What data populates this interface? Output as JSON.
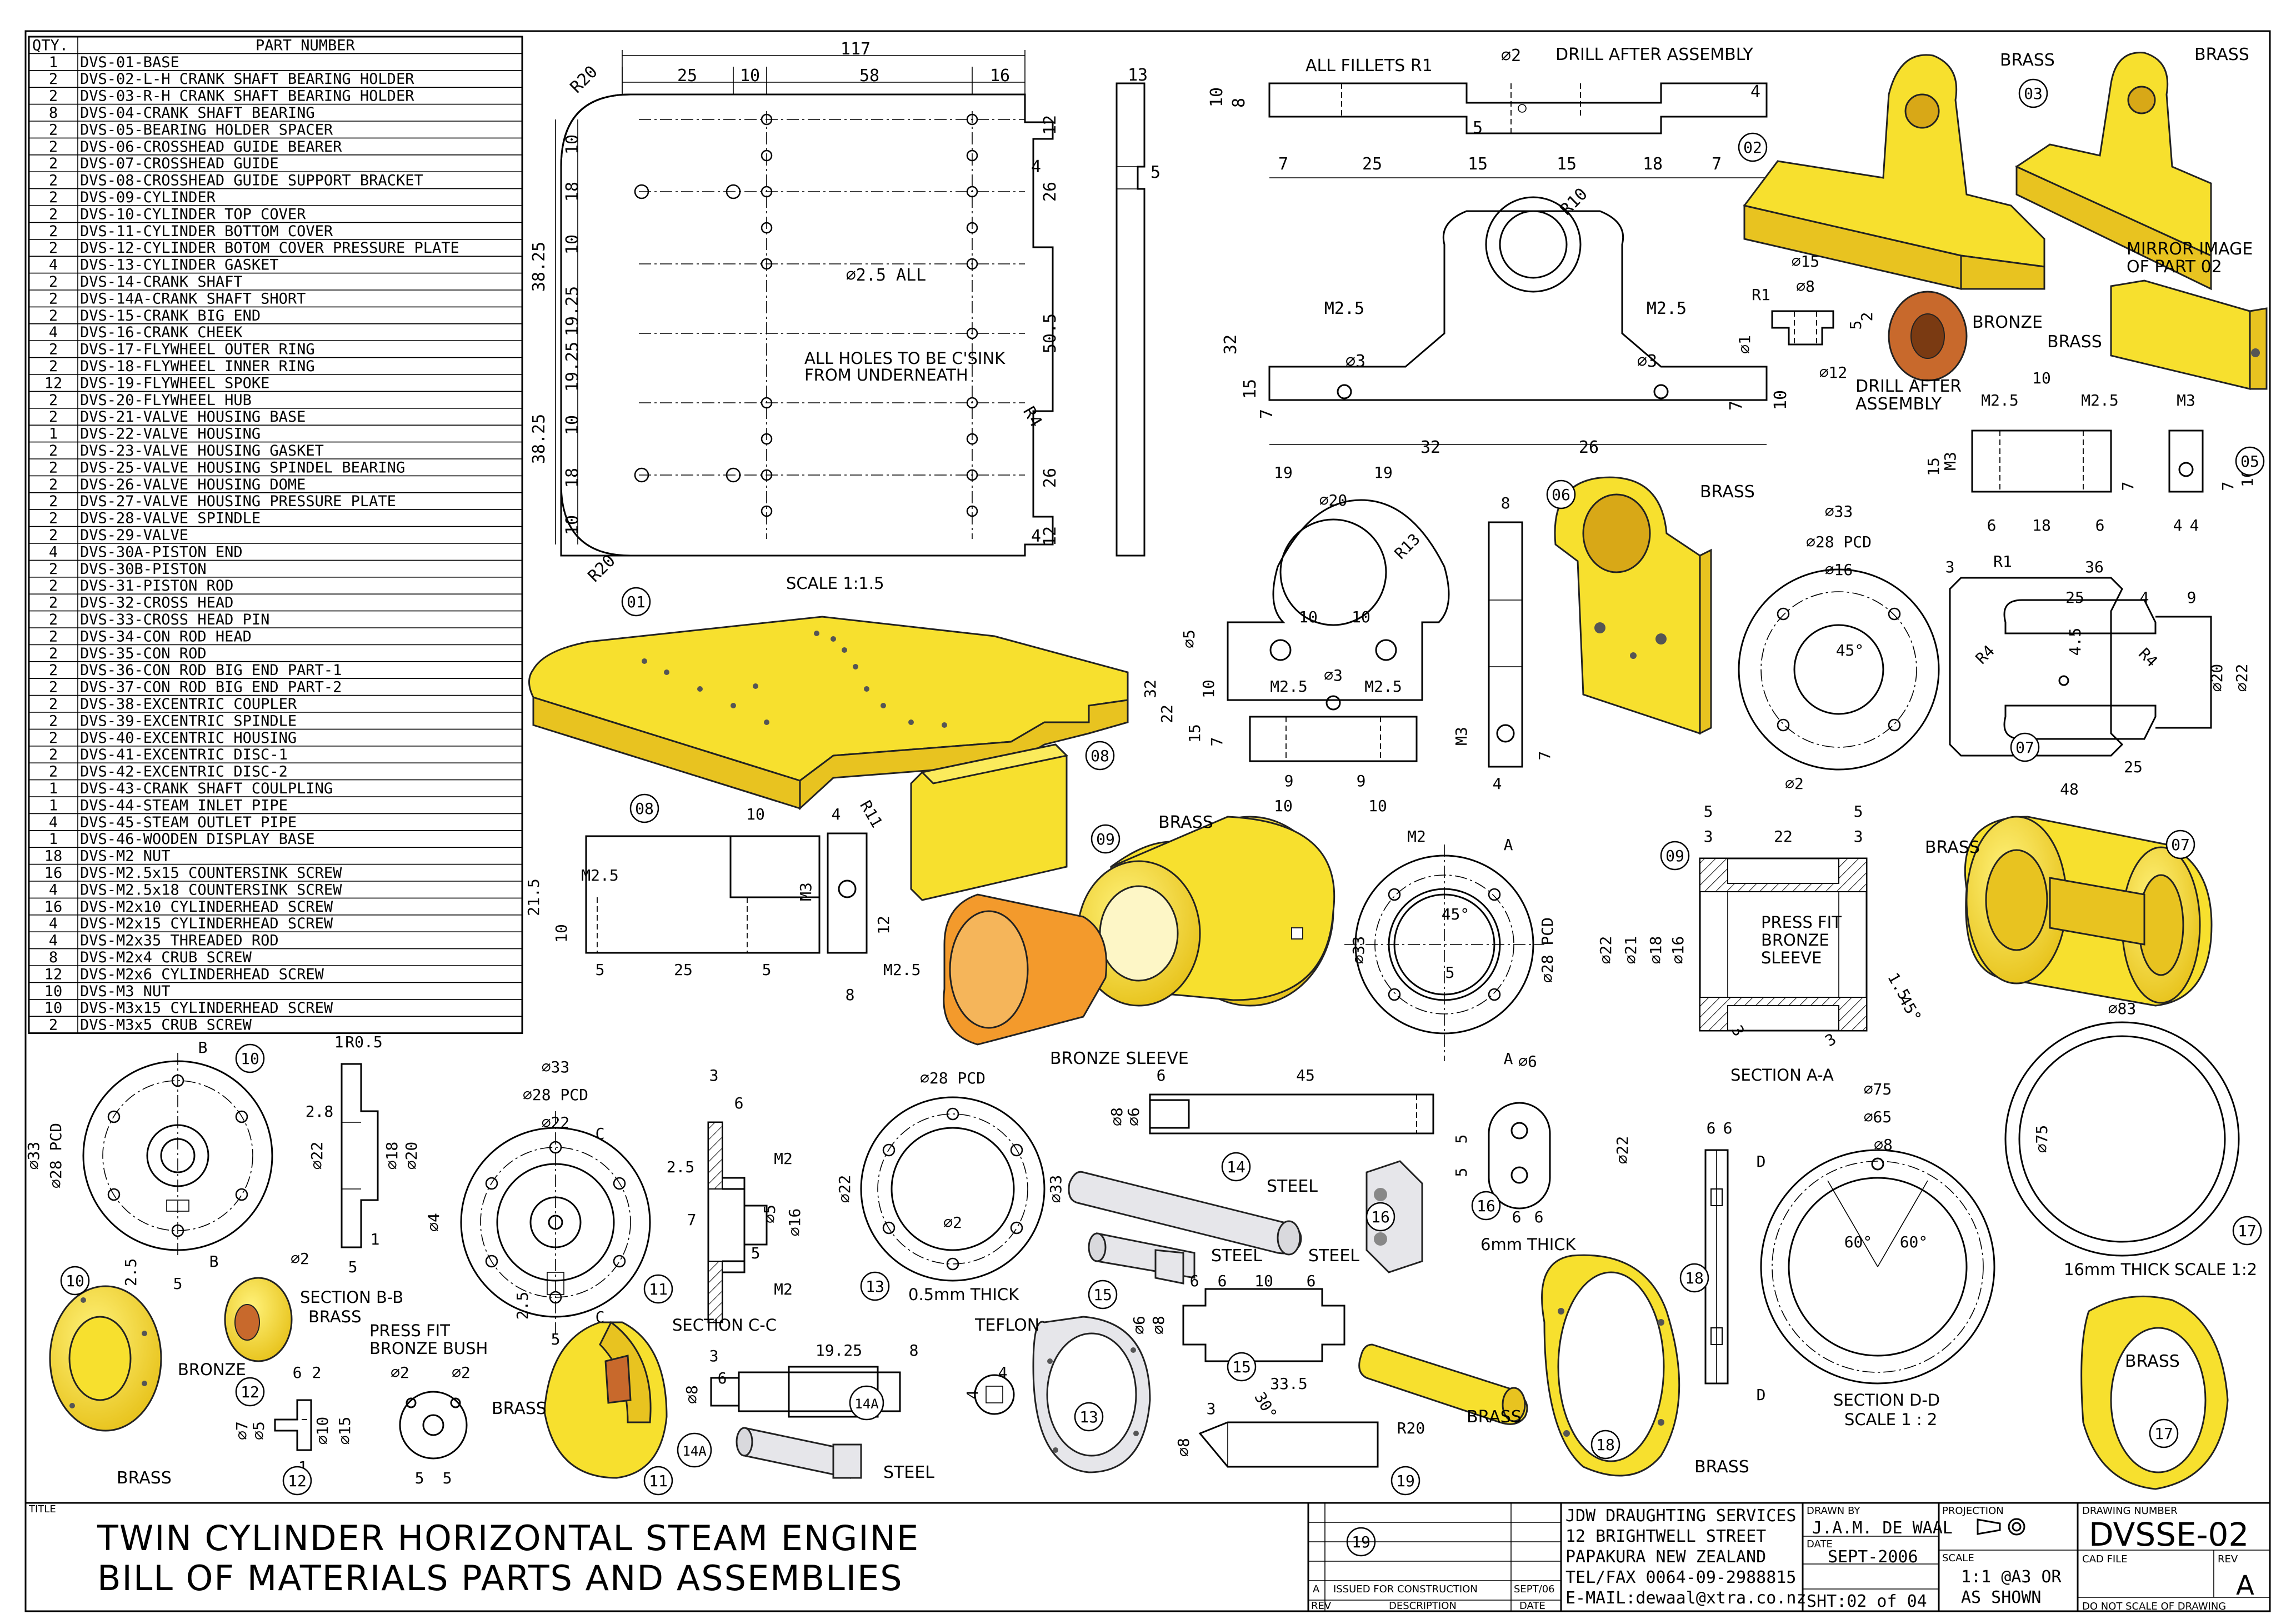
{
  "bom": {
    "header": {
      "qty": "QTY.",
      "part": "PART NUMBER"
    },
    "rows": [
      {
        "qty": "1",
        "part": "DVS-01-BASE"
      },
      {
        "qty": "2",
        "part": "DVS-02-L-H CRANK SHAFT BEARING HOLDER"
      },
      {
        "qty": "2",
        "part": "DVS-03-R-H CRANK SHAFT BEARING HOLDER"
      },
      {
        "qty": "8",
        "part": "DVS-04-CRANK SHAFT BEARING"
      },
      {
        "qty": "2",
        "part": "DVS-05-BEARING HOLDER SPACER"
      },
      {
        "qty": "2",
        "part": "DVS-06-CROSSHEAD GUIDE BEARER"
      },
      {
        "qty": "2",
        "part": "DVS-07-CROSSHEAD GUIDE"
      },
      {
        "qty": "2",
        "part": "DVS-08-CROSSHEAD GUIDE SUPPORT BRACKET"
      },
      {
        "qty": "2",
        "part": "DVS-09-CYLINDER"
      },
      {
        "qty": "2",
        "part": "DVS-10-CYLINDER TOP COVER"
      },
      {
        "qty": "2",
        "part": "DVS-11-CYLINDER BOTTOM COVER"
      },
      {
        "qty": "2",
        "part": "DVS-12-CYLINDER BOTOM COVER PRESSURE PLATE"
      },
      {
        "qty": "4",
        "part": "DVS-13-CYLINDER GASKET"
      },
      {
        "qty": "2",
        "part": "DVS-14-CRANK SHAFT"
      },
      {
        "qty": "2",
        "part": "DVS-14A-CRANK SHAFT SHORT"
      },
      {
        "qty": "2",
        "part": "DVS-15-CRANK BIG END"
      },
      {
        "qty": "4",
        "part": "DVS-16-CRANK CHEEK"
      },
      {
        "qty": "2",
        "part": "DVS-17-FLYWHEEL OUTER RING"
      },
      {
        "qty": "2",
        "part": "DVS-18-FLYWHEEL INNER RING"
      },
      {
        "qty": "12",
        "part": "DVS-19-FLYWHEEL SPOKE"
      },
      {
        "qty": "2",
        "part": "DVS-20-FLYWHEEL HUB"
      },
      {
        "qty": "2",
        "part": "DVS-21-VALVE HOUSING BASE"
      },
      {
        "qty": "1",
        "part": "DVS-22-VALVE HOUSING"
      },
      {
        "qty": "2",
        "part": "DVS-23-VALVE HOUSING GASKET"
      },
      {
        "qty": "2",
        "part": "DVS-25-VALVE HOUSING SPINDEL BEARING"
      },
      {
        "qty": "2",
        "part": "DVS-26-VALVE HOUSING DOME"
      },
      {
        "qty": "2",
        "part": "DVS-27-VALVE HOUSING PRESSURE PLATE"
      },
      {
        "qty": "2",
        "part": "DVS-28-VALVE SPINDLE"
      },
      {
        "qty": "2",
        "part": "DVS-29-VALVE"
      },
      {
        "qty": "4",
        "part": "DVS-30A-PISTON END"
      },
      {
        "qty": "2",
        "part": "DVS-30B-PISTON"
      },
      {
        "qty": "2",
        "part": "DVS-31-PISTON ROD"
      },
      {
        "qty": "2",
        "part": "DVS-32-CROSS HEAD"
      },
      {
        "qty": "2",
        "part": "DVS-33-CROSS HEAD PIN"
      },
      {
        "qty": "2",
        "part": "DVS-34-CON ROD HEAD"
      },
      {
        "qty": "2",
        "part": "DVS-35-CON ROD"
      },
      {
        "qty": "2",
        "part": "DVS-36-CON ROD BIG END PART-1"
      },
      {
        "qty": "2",
        "part": "DVS-37-CON ROD BIG END PART-2"
      },
      {
        "qty": "2",
        "part": "DVS-38-EXCENTRIC COUPLER"
      },
      {
        "qty": "2",
        "part": "DVS-39-EXCENTRIC SPINDLE"
      },
      {
        "qty": "2",
        "part": "DVS-40-EXCENTRIC HOUSING"
      },
      {
        "qty": "2",
        "part": "DVS-41-EXCENTRIC DISC-1"
      },
      {
        "qty": "2",
        "part": "DVS-42-EXCENTRIC DISC-2"
      },
      {
        "qty": "1",
        "part": "DVS-43-CRANK SHAFT COULPLING"
      },
      {
        "qty": "1",
        "part": "DVS-44-STEAM INLET PIPE"
      },
      {
        "qty": "4",
        "part": "DVS-45-STEAM OUTLET PIPE"
      },
      {
        "qty": "1",
        "part": "DVS-46-WOODEN DISPLAY BASE"
      },
      {
        "qty": "18",
        "part": "DVS-M2 NUT"
      },
      {
        "qty": "16",
        "part": "DVS-M2.5x15 COUNTERSINK SCREW"
      },
      {
        "qty": "4",
        "part": "DVS-M2.5x18 COUNTERSINK SCREW"
      },
      {
        "qty": "16",
        "part": "DVS-M2x10 CYLINDERHEAD SCREW"
      },
      {
        "qty": "4",
        "part": "DVS-M2x15 CYLINDERHEAD SCREW"
      },
      {
        "qty": "4",
        "part": "DVS-M2x35 THREADED ROD"
      },
      {
        "qty": "8",
        "part": "DVS-M2x4 CRUB SCREW"
      },
      {
        "qty": "12",
        "part": "DVS-M2x6 CYLINDERHEAD SCREW"
      },
      {
        "qty": "10",
        "part": "DVS-M3 NUT"
      },
      {
        "qty": "10",
        "part": "DVS-M3x15 CYLINDERHEAD SCREW"
      },
      {
        "qty": "2",
        "part": "DVS-M3x5 CRUB SCREW"
      }
    ]
  },
  "notes": {
    "all_fillets": "ALL FILLETS R1",
    "drill_after_assembly": "DRILL AFTER ASSEMBLY",
    "drill_after": "DRILL AFTER",
    "assembly": "ASSEMBLY",
    "holes_csink_1": "ALL HOLES TO BE C'SINK",
    "holes_csink_2": "FROM UNDERNEATH",
    "dia_25_all": "∅2.5 ALL",
    "scale_115": "SCALE 1:1.5",
    "mirror_1": "MIRROR IMAGE",
    "mirror_2": "OF PART 02",
    "press_fit_1": "PRESS FIT",
    "press_fit_2": "BRONZE",
    "press_fit_3": "SLEEVE",
    "press_fit_bush_1": "PRESS FIT",
    "press_fit_bush_2": "BRONZE BUSH",
    "section_aa": "SECTION A-A",
    "section_bb": "SECTION B-B",
    "section_cc": "SECTION C-C",
    "section_dd": "SECTION D-D",
    "scale_12": "SCALE 1 : 2",
    "thick_05": "0.5mm THICK",
    "thick_6": "6mm THICK",
    "thick_16": "16mm THICK SCALE 1:2",
    "bronze_sleeve": "BRONZE SLEEVE"
  },
  "materials": {
    "brass": "BRASS",
    "bronze": "BRONZE",
    "steel": "STEEL",
    "teflon": "TEFLON"
  },
  "balloons": [
    "01",
    "02",
    "03",
    "05",
    "06",
    "07",
    "08",
    "09",
    "10",
    "11",
    "12",
    "13",
    "14",
    "14A",
    "15",
    "16",
    "17",
    "18",
    "19"
  ],
  "title_block": {
    "title_label": "TITLE",
    "title_line1": "TWIN CYLINDER HORIZONTAL STEAM ENGINE",
    "title_line2": "BILL OF MATERIALS PARTS AND ASSEMBLIES",
    "rev_letter": "A",
    "rev_desc": "ISSUED FOR CONSTRUCTION",
    "rev_date": "SEPT/06",
    "rev_hdr": "REV",
    "desc_hdr": "DESCRIPTION",
    "date_hdr": "DATE",
    "company_1": "JDW DRAUGHTING SERVICES",
    "company_2": "12 BRIGHTWELL STREET",
    "company_3": "PAPAKURA NEW ZEALAND",
    "company_4": "TEL/FAX 0064-09-2988815",
    "company_5": "E-MAIL:dewaal@xtra.co.nz",
    "drawn_by_label": "DRAWN BY",
    "drawn_by": "J.A.M. DE WAAL",
    "date_label": "DATE",
    "date": "SEPT-2006",
    "sheet": "SHT:02 of 04",
    "projection_label": "PROJECTION",
    "scale_label": "SCALE",
    "scale_1": "1:1 @A3 OR",
    "scale_2": "AS SHOWN",
    "drawing_number_label": "DRAWING NUMBER",
    "drawing_number": "DVSSE-02",
    "cad_file_label": "CAD FILE",
    "rev_label": "REV",
    "rev_value": "A",
    "note": "DO NOT SCALE OF DRAWING"
  }
}
